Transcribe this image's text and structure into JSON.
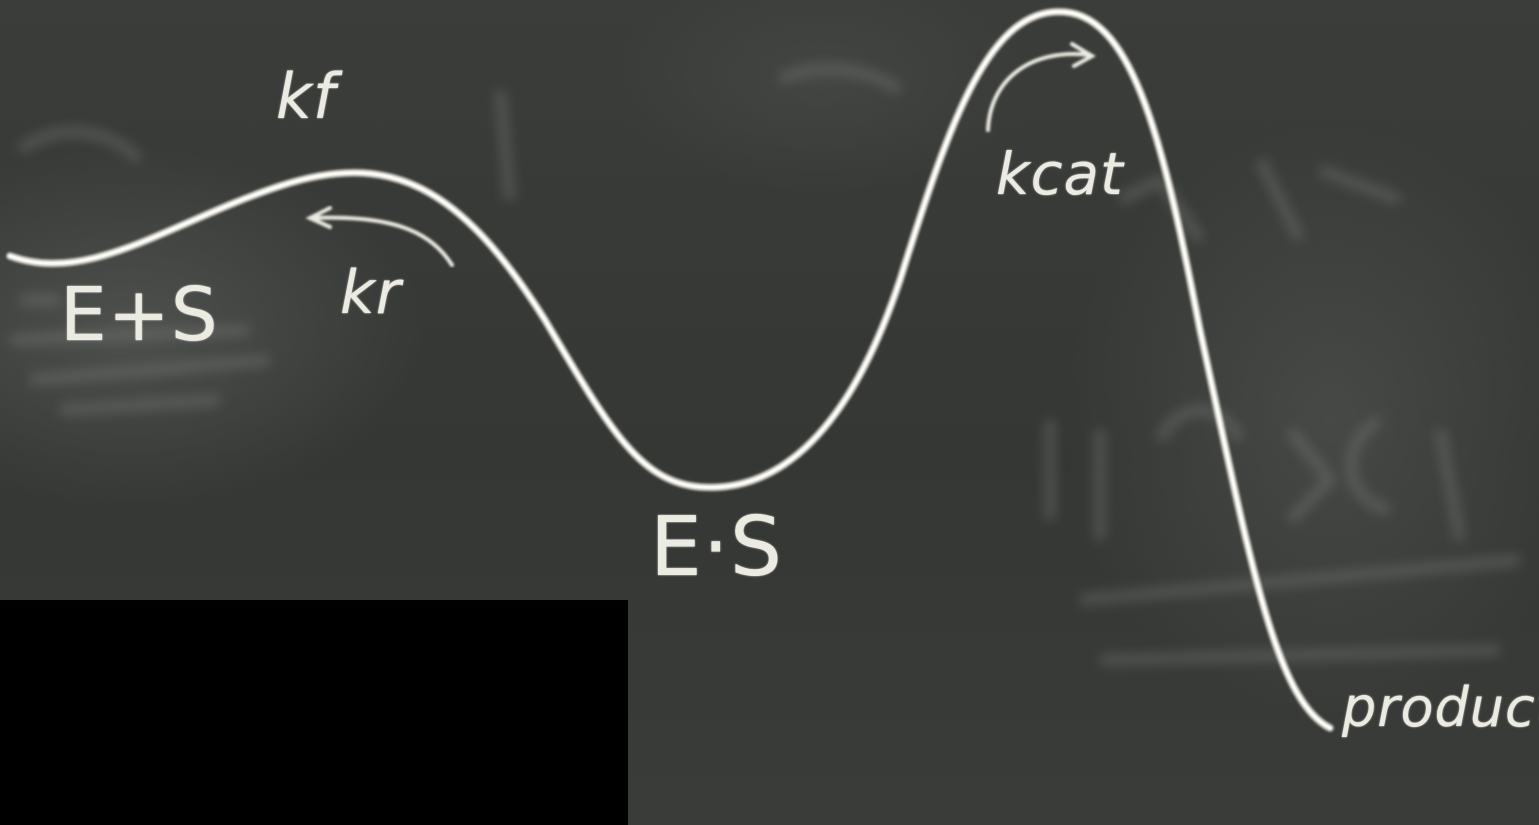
{
  "board": {
    "colors": {
      "board": "#3a3c3a",
      "chalk": "#ecebe2",
      "ghost_chalk": "#8a8d88",
      "redaction": "#000000"
    }
  },
  "labels": {
    "es_left": "E+S",
    "kf": "kf",
    "kr": "kr",
    "es_mid": "E·S",
    "kcat": "kcat",
    "product": "product"
  }
}
